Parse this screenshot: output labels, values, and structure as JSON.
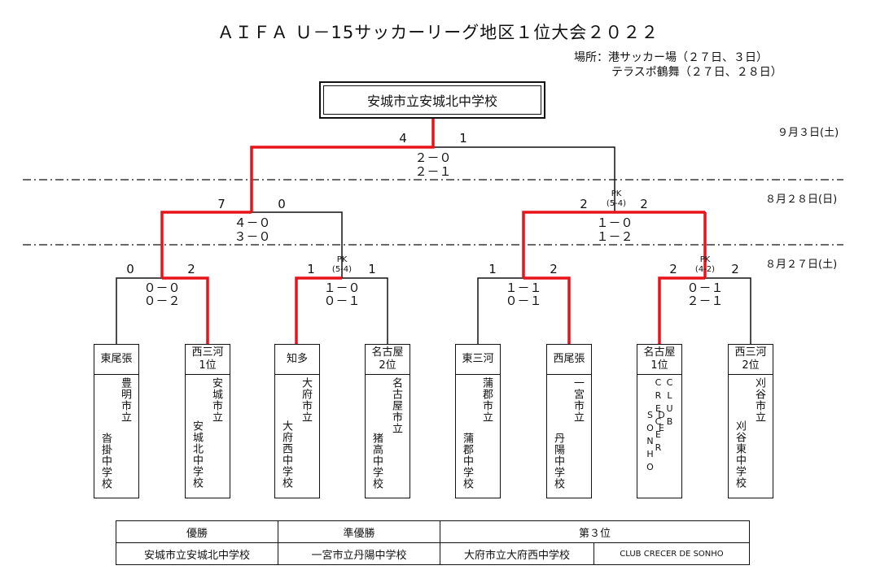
{
  "title": "ＡＩＦＡ Ｕ－15サッカーリーグ地区１位大会２０２２",
  "venue": {
    "line1": "場所：港サッカー場（２７日、３日）",
    "line2": "テラスポ鶴舞（２７日、２８日）"
  },
  "champion": "安城市立安城北中学校",
  "dates": {
    "final": "９月３日(土)",
    "semi": "８月２８日(日)",
    "first": "８月２７日(土)"
  },
  "final": {
    "left_score": "4",
    "right_score": "1",
    "halves": [
      "２－０",
      "２－１"
    ]
  },
  "semis": [
    {
      "left_score": "7",
      "right_score": "0",
      "halves": [
        "４－０",
        "３－０"
      ]
    },
    {
      "pk": "PK",
      "pk_score": "(5-4)",
      "left_score": "2",
      "right_score": "2",
      "halves": [
        "１－０",
        "１－２"
      ]
    }
  ],
  "first_round": [
    {
      "left_score": "0",
      "right_score": "2",
      "halves": [
        "０－０",
        "０－２"
      ]
    },
    {
      "pk": "PK",
      "pk_score": "(5-4)",
      "left_score": "1",
      "right_score": "1",
      "halves": [
        "１－０",
        "０－１"
      ]
    },
    {
      "left_score": "1",
      "right_score": "2",
      "halves": [
        "１－１",
        "０－１"
      ]
    },
    {
      "pk": "PK",
      "pk_score": "(4-2)",
      "left_score": "2",
      "right_score": "2",
      "halves": [
        "０－１",
        "２－１"
      ]
    }
  ],
  "teams": [
    {
      "region": "東尾張",
      "rank": "",
      "city": "豊明市立",
      "school": "沓掛中学校"
    },
    {
      "region": "西三河",
      "rank": "1位",
      "city": "安城市立",
      "school": "安城北中学校"
    },
    {
      "region": "知多",
      "rank": "",
      "city": "大府市立",
      "school": "大府西中学校"
    },
    {
      "region": "名古屋",
      "rank": "2位",
      "city": "名古屋市立",
      "school": "猪高中学校"
    },
    {
      "region": "東三河",
      "rank": "",
      "city": "蒲郡市立",
      "school": "蒲郡中学校"
    },
    {
      "region": "西尾張",
      "rank": "",
      "city": "一宮市立",
      "school": "丹陽中学校"
    },
    {
      "region": "名古屋",
      "rank": "1位",
      "city": "CLUB CRECER",
      "school": "DE SONHO"
    },
    {
      "region": "西三河",
      "rank": "2位",
      "city": "刈谷市立",
      "school": "刈谷東中学校"
    }
  ],
  "results": {
    "headers": [
      "優勝",
      "準優勝",
      "第３位"
    ],
    "values": [
      "安城市立安城北中学校",
      "一宮市立丹陽中学校",
      "大府市立大府西中学校",
      "CLUB CRECER DE SONHO"
    ]
  },
  "colors": {
    "winner_line": "#e8141a",
    "line": "#111111"
  }
}
